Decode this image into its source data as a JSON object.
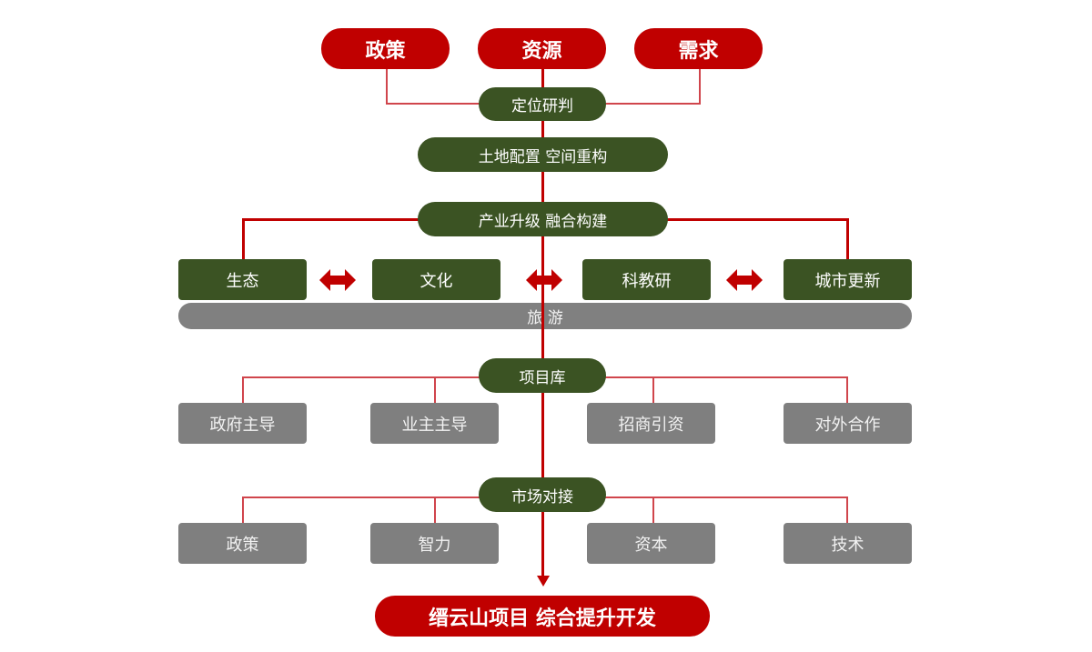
{
  "colors": {
    "red": "#c00000",
    "green": "#3b5323",
    "gray": "#7f7f7f"
  },
  "top_inputs": [
    {
      "label": "政策"
    },
    {
      "label": "资源"
    },
    {
      "label": "需求"
    }
  ],
  "positioning": {
    "label": "定位研判"
  },
  "land": {
    "label": "土地配置 空间重构"
  },
  "industry": {
    "label": "产业升级 融合构建"
  },
  "sectors": [
    {
      "label": "生态"
    },
    {
      "label": "文化"
    },
    {
      "label": "科教研"
    },
    {
      "label": "城市更新"
    }
  ],
  "tourism": {
    "label": "旅 游"
  },
  "project_library": {
    "label": "项目库",
    "modes": [
      {
        "label": "政府主导"
      },
      {
        "label": "业主主导"
      },
      {
        "label": "招商引资"
      },
      {
        "label": "对外合作"
      }
    ]
  },
  "market": {
    "label": "市场对接",
    "resources": [
      {
        "label": "政策"
      },
      {
        "label": "智力"
      },
      {
        "label": "资本"
      },
      {
        "label": "技术"
      }
    ]
  },
  "outcome": {
    "label": "缙云山项目 综合提升开发"
  }
}
